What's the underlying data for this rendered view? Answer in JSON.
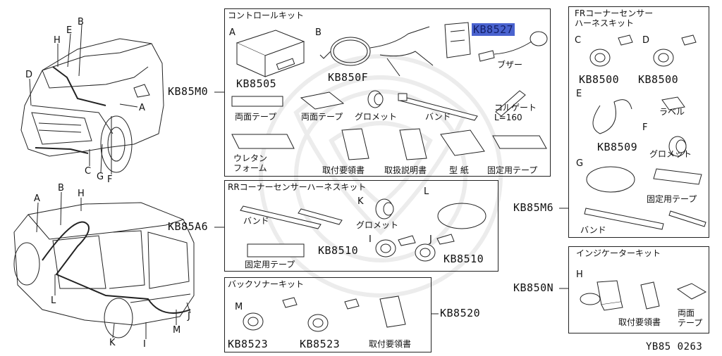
{
  "colors": {
    "line": "#222222",
    "highlight": "#4a63cf",
    "watermark": "#ececec"
  },
  "car_letters": {
    "front": [
      "H",
      "E",
      "B",
      "D",
      "A",
      "C",
      "G",
      "F"
    ],
    "rear": [
      "A",
      "B",
      "H",
      "L",
      "K",
      "I",
      "M",
      "J"
    ]
  },
  "kits": {
    "control": {
      "code": "KB85M0",
      "title": "コントロールキット",
      "items": {
        "a_letter": "A",
        "a_code": "KB8505",
        "b_letter": "B",
        "b_code": "KB850F",
        "c_code": "KB8527",
        "c_label": "ブザー",
        "tape1": "両面テープ",
        "tape2": "両面テープ",
        "grommet": "グロメット",
        "band": "バンド",
        "corrugate": "コルゲート",
        "corrugate_len": "L=160",
        "urethane1": "ウレタン",
        "urethane2": "フォーム",
        "manual_install": "取付要領書",
        "manual_handling": "取扱説明書",
        "template": "型 紙",
        "fix_tape": "固定用テープ"
      }
    },
    "rr": {
      "code": "KB85A6",
      "title": "RRコーナーセンサーハーネスキット",
      "items": {
        "band": "バンド",
        "k_letter": "K",
        "grommet": "グロメット",
        "l_letter": "L",
        "fix_tape": "固定用テープ",
        "i_letter": "I",
        "j_letter": "J",
        "i_code": "KB8510",
        "j_code": "KB8510"
      }
    },
    "back": {
      "code": "KB8520",
      "title": "バックソナーキット",
      "items": {
        "m_letter": "M",
        "code1": "KB8523",
        "code2": "KB8523",
        "manual": "取付要領書"
      }
    },
    "fr": {
      "code": "KB85M6",
      "title1": "FRコーナーセンサー",
      "title2": "ハーネスキット",
      "items": {
        "c_letter": "C",
        "d_letter": "D",
        "c_code": "KB8500",
        "d_code": "KB8500",
        "e_letter": "E",
        "label": "ラベル",
        "e_code": "KB8509",
        "f_letter": "F",
        "grommet": "グロメット",
        "g_letter": "G",
        "fix_tape": "固定用テープ",
        "band": "バンド"
      }
    },
    "indicator": {
      "code": "KB850N",
      "title": "インジケーターキット",
      "items": {
        "h_letter": "H",
        "manual": "取付要領書",
        "tape1": "両面",
        "tape2": "テープ"
      }
    }
  },
  "figure_id": "YB85 0263"
}
